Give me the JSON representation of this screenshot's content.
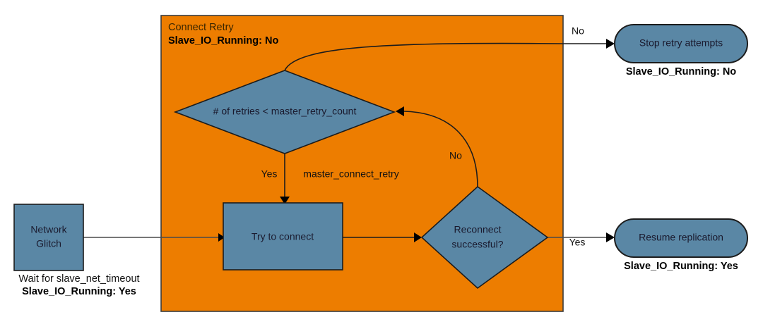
{
  "diagram": {
    "title_block": {
      "title": "Connect Retry",
      "subtitle": "Slave_IO_Running: No"
    },
    "nodes": {
      "network_glitch": {
        "label_line1": "Network",
        "label_line2": "Glitch",
        "caption_plain": "Wait for slave_net_timeout",
        "caption_bold": "Slave_IO_Running: Yes"
      },
      "retry_check": {
        "label": "# of retries < master_retry_count"
      },
      "try_connect": {
        "label": "Try to connect"
      },
      "reconnect_check": {
        "label_line1": "Reconnect",
        "label_line2": "successful?"
      },
      "stop_retry": {
        "label": "Stop retry attempts",
        "caption_bold": "Slave_IO_Running: No"
      },
      "resume_replication": {
        "label": "Resume replication",
        "caption_bold": "Slave_IO_Running: Yes"
      }
    },
    "edges": {
      "retry_no": "No",
      "retry_yes": "Yes",
      "retry_interval": "master_connect_retry",
      "reconnect_no": "No",
      "reconnect_yes": "Yes"
    },
    "colors": {
      "container_fill": "#ED7D00",
      "node_fill": "#5a87a5",
      "node_stroke": "#1c1c1c",
      "background": "#ffffff"
    }
  }
}
